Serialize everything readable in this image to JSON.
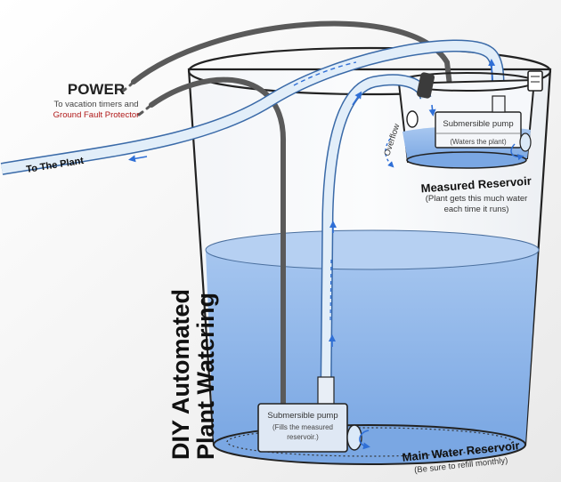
{
  "power": {
    "title": "POWER",
    "line1": "To vacation timers and",
    "line2": "Ground Fault Protector"
  },
  "to_plant": "To The Plant",
  "overflow": "Overflow",
  "measured_reservoir": {
    "title": "Measured Reservoir",
    "note_line1": "(Plant gets this much water",
    "note_line2": "each time it runs)"
  },
  "top_pump": {
    "label": "Submersible pump",
    "sub": "(Waters the plant)"
  },
  "bottom_pump": {
    "label": "Submersible pump",
    "sub_line1": "(Fills the measured",
    "sub_line2": "reservoir.)"
  },
  "main_reservoir": {
    "title": "Main Water Reservoir",
    "note": "(Be sure to refill monthly)"
  },
  "title": {
    "line1": "DIY Automated",
    "line2": "Plant Watering"
  },
  "colors": {
    "water": "#8fb8ec",
    "water_light": "#bcd4f2",
    "tube": "#dbe9f8",
    "tube_edge": "#3a6aa8",
    "flow": "#2f6fd6",
    "cable": "#5a5a5a",
    "power_red": "#b01818"
  },
  "icons": [
    "plug-icon",
    "flow-arrow-icon",
    "clip-icon",
    "float-icon"
  ]
}
